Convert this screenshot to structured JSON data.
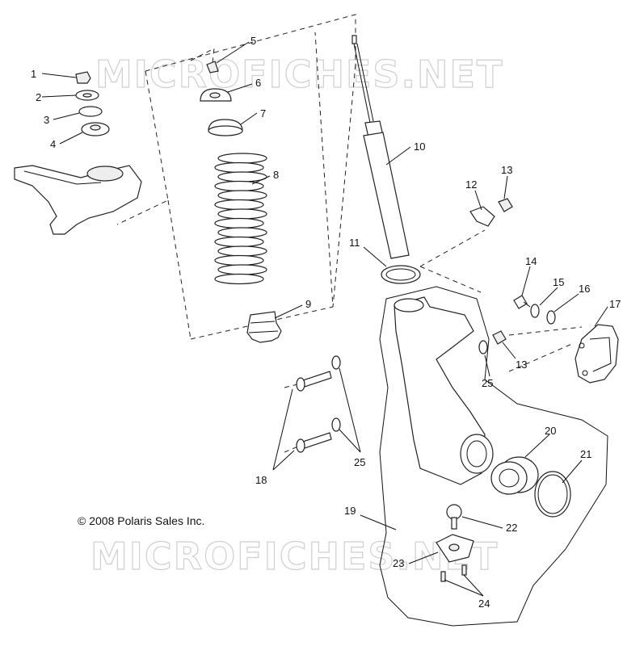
{
  "watermark": "MICROFICHES.NET",
  "copyright": "© 2008 Polaris Sales Inc.",
  "callouts": [
    "1",
    "2",
    "3",
    "4",
    "5",
    "6",
    "7",
    "8",
    "9",
    "10",
    "11",
    "12",
    "13",
    "13",
    "14",
    "15",
    "16",
    "17",
    "18",
    "19",
    "20",
    "21",
    "22",
    "23",
    "24",
    "25",
    "25"
  ]
}
